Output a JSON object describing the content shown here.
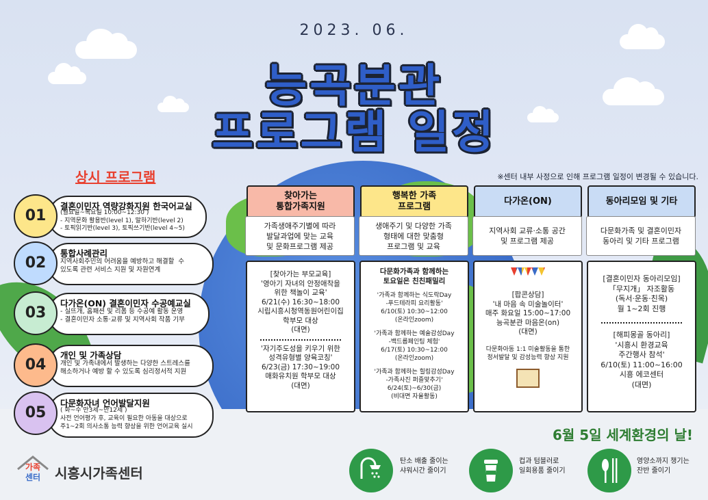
{
  "header": {
    "date": "2023. 06.",
    "title_line1": "능곡분관",
    "title_line2": "프로그램 일정",
    "notice": "※센터 내부 사정으로 인해 프로그램 일정이 변경될 수 있습니다."
  },
  "always": {
    "title": "상시 프로그램",
    "items": [
      {
        "num": "01",
        "color": "#fde68a",
        "title": "결혼이민자 역량강화지원 한국어교실",
        "desc": "(월요일~목요일 10:00~12:30 )\n- 지역문화 활용반(level 1), 말하기반(level 2)\n- 토픽읽기반(level 3), 토픽쓰기반(level 4~5)"
      },
      {
        "num": "02",
        "color": "#bfdbfe",
        "title": "통합사례관리",
        "desc": "지역사회주민의 어려움을 예방하고 해결할  수\n있도록 관련 서비스 지원 및 자원연계"
      },
      {
        "num": "03",
        "color": "#c7ecd2",
        "title": "다가온(ON) 결혼이민자 수공예교실",
        "desc": "- 실뜨개, 홈패션 및 리폼 등 수공예 활동 운영\n- 결혼이민자 소통·교류 및 지역사회 작품 기부"
      },
      {
        "num": "04",
        "color": "#fdba8c",
        "title": "개인 및 가족상담",
        "desc": "개인 및 가족내에서 발생하는 다양한 스트레스를\n해소하거나 예방 할 수 있도록 심리정서적 지원"
      },
      {
        "num": "05",
        "color": "#d9c2f0",
        "title": "다문화자녀 언어발달지원",
        "desc": "( 화~수 만3세~만12세 )\n사전 언어평가 후, 교육이 필요한 아동을 대상으로\n주1~2회 의사소통 능력 향상을 위한 언어교육 실시"
      }
    ]
  },
  "columns": [
    {
      "head": "찾아가는\n통합가족지원",
      "head_color": "#f8b9a8",
      "desc": "가족생애주기별에 따라\n발달과업에 맞는 교육\n및 문화프로그램 제공",
      "body1": "[찾아가는 부모교육]\n'영아기 자녀의 안정애착을\n위한 책놀이 교육'\n6/21(수) 16:30~18:00\n시립시흥시청역동원어린이집\n학부모 대상\n(대면)",
      "body2": "'자기주도성을 키우기 위한\n성격유형별 양육코칭'\n6/23(금) 17:30~19:00\n매화유치원 학부모 대상\n(대면)"
    },
    {
      "head": "행복한 가족\n프로그램",
      "head_color": "#fde68a",
      "desc": "생애주기 및 다양한 가족\n형태에 대한 맞춤형\n프로그램 및 교육",
      "script_title": "다문화가족과 함께하는\n토요일은 친친패밀리",
      "body1": "'가족과 함께하는 식도락Day\n-푸드테라피 요리활동'\n6/10(토) 10:30~12:00\n(온라인zoom)",
      "body2": "'가족과 함께하는 예술감성Day\n-백드롭페인팅 체험'\n6/17(토) 10:30~12:00\n(온라인zoom)",
      "body3": "'가족과 함께하는 힐링감성Day\n-가족사진 퍼즐맞추기'\n6/24(토)~6/30(금)\n(비대면 자율활동)"
    },
    {
      "head": "다가온(ON)",
      "head_color": "#c9dcf5",
      "desc": "지역사회 교류·소통 공간\n및 프로그램 제공",
      "body1": "[팝콘상담]\n'내 마음 속 미술놀이터'\n매주 화요일 15:00~17:00\n능곡분관 마음온(on)\n(대면)",
      "body2": "다문화아동 1:1 미술활동을 통한\n정서발달 및 감성능력 향상 지원"
    },
    {
      "head": "동아리모임 및 기타",
      "head_color": "#c9dcf5",
      "desc": "다문화가족 및 결혼이민자\n동아리 및 기타 프로그램",
      "body1": "[결혼이민자 동아리모임]\n「무지개」 자조활동\n(독서·운동·친목)\n월 1~2회 진행",
      "body2": "[해피몽골 동아리]\n'시흥시 환경교육\n주간행사 참석'\n6/10(토) 11:00~16:00\n시흥 에코센터\n(대면)"
    }
  ],
  "footer": {
    "env_day_prefix": "6월 5일 ",
    "env_day_main": "세계환경의 날!",
    "env_items": [
      {
        "icon": "shower-icon",
        "text": "탄소 배출 줄이는\n샤워시간 줄이기"
      },
      {
        "icon": "cup-icon",
        "text": "컵과 텀블러로\n일회용품 줄이기"
      },
      {
        "icon": "utensils-icon",
        "text": "영양소까지 챙기는\n잔반 줄이기"
      }
    ],
    "org_name": "시흥시가족센터",
    "logo_text1": "가족",
    "logo_text2": "센터"
  }
}
